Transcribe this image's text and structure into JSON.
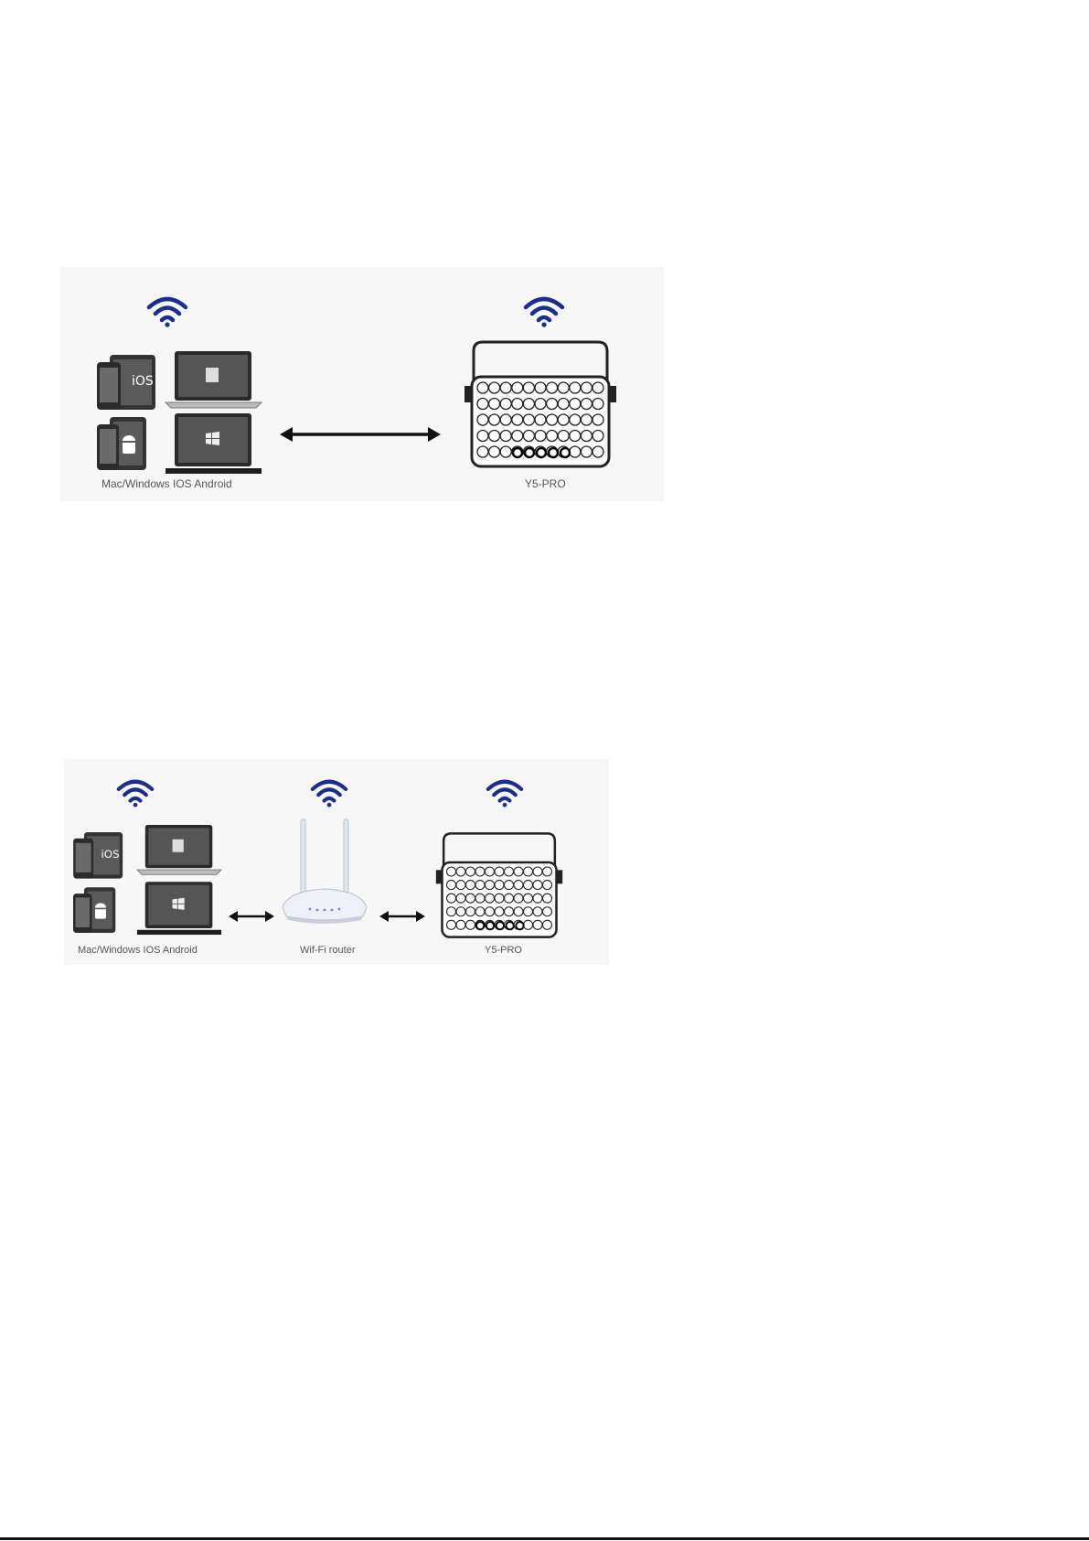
{
  "diagrams": [
    {
      "id": "direct",
      "devices_label": "Mac/Windows IOS Android",
      "product_label": "Y5-PRO",
      "phone_ios_text": "iOS"
    },
    {
      "id": "router",
      "devices_label": "Mac/Windows IOS Android",
      "router_label": "Wif-Fi router",
      "product_label": "Y5-PRO",
      "phone_ios_text": "iOS"
    }
  ],
  "colors": {
    "wifi": "#1a2e8a",
    "outline": "#222222",
    "screen": "#3a3a3a",
    "router_body": "#e9ecf2"
  },
  "icons": [
    "wifi-icon",
    "tablet-phone-ios-icon",
    "tablet-phone-android-icon",
    "laptop-mac-icon",
    "laptop-windows-icon",
    "double-arrow-icon",
    "wifi-router-icon",
    "speaker-box-icon"
  ]
}
